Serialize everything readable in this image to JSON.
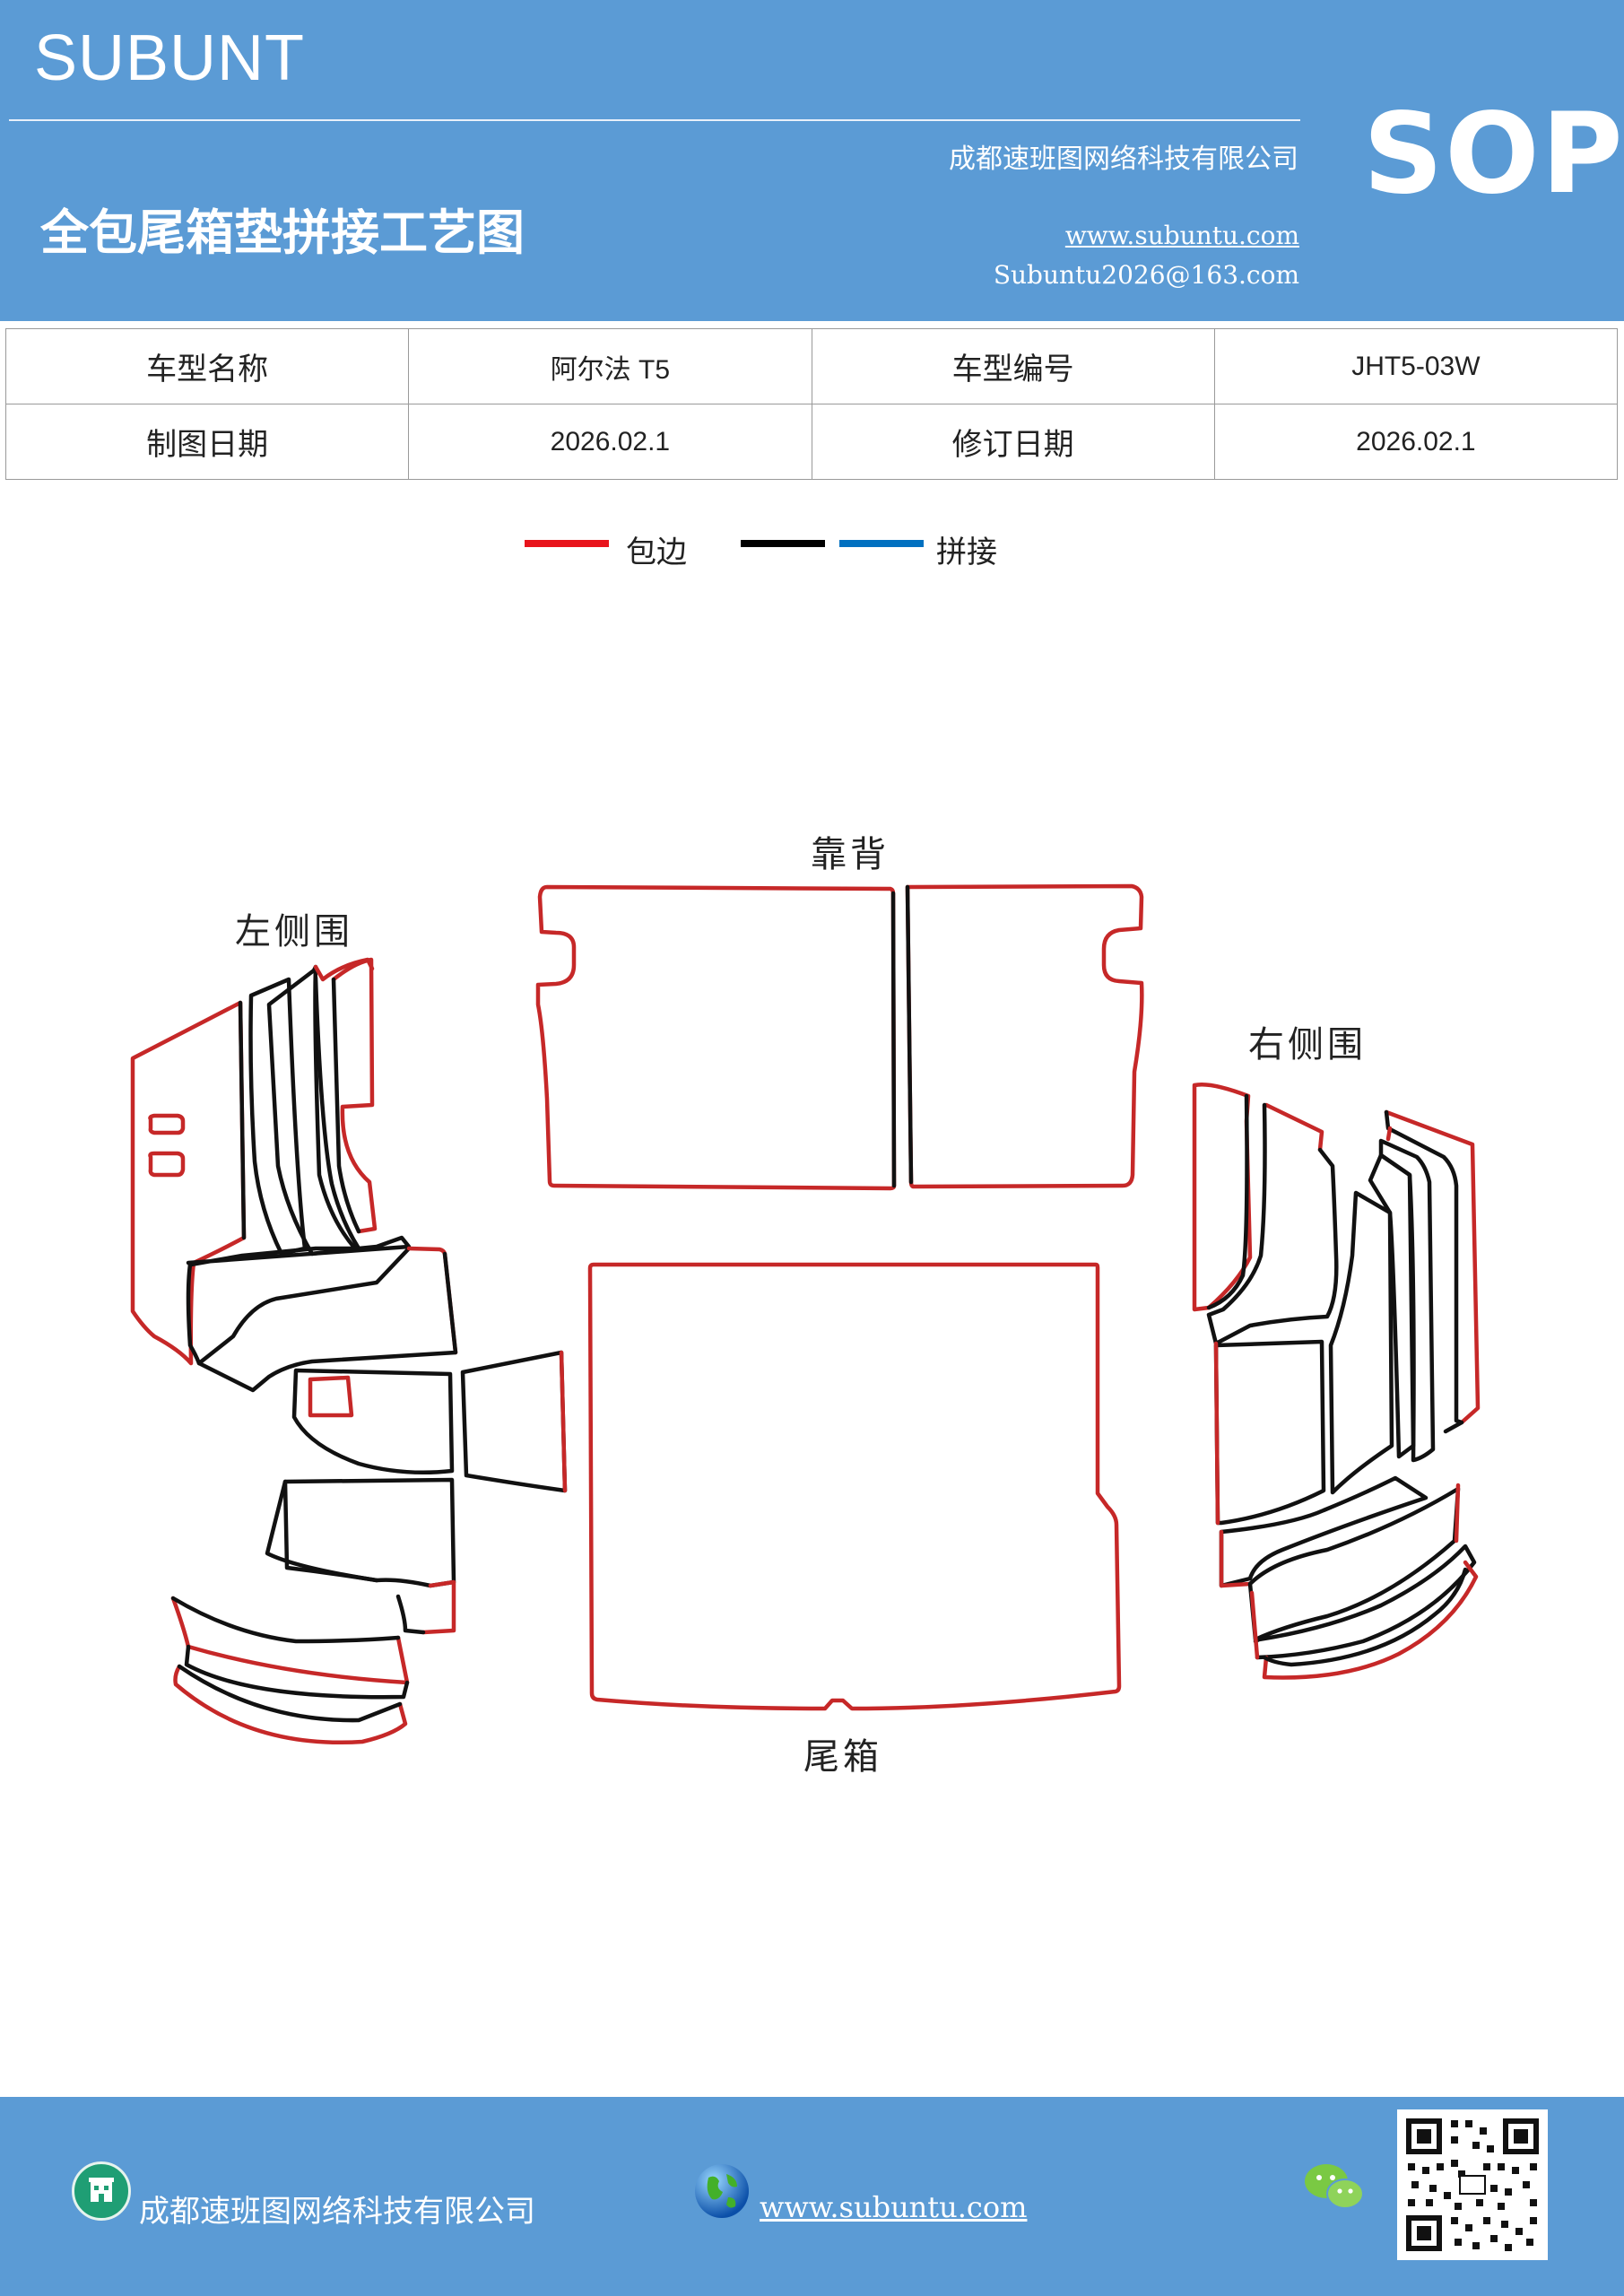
{
  "header": {
    "brand": "SUBUNT",
    "company": "成都速班图网络科技有限公司",
    "title": "全包尾箱垫拼接工艺图",
    "url": "www.subuntu.com",
    "email": "Subuntu2026@163.com",
    "badge": "SOP"
  },
  "info": {
    "rows": [
      [
        "车型名称",
        "阿尔法 T5",
        "车型编号",
        "JHT5-03W"
      ],
      [
        "制图日期",
        "2026.02.1",
        "修订日期",
        "2026.02.1"
      ]
    ]
  },
  "legend": {
    "items": [
      {
        "label": "包边",
        "color": "#e8141c"
      },
      {
        "label": "",
        "color": "#000000"
      },
      {
        "label": "拼接",
        "color": "#0070c0"
      }
    ]
  },
  "diagram": {
    "labels": {
      "backrest": "靠背",
      "left_side": "左侧围",
      "right_side": "右侧围",
      "trunk": "尾箱"
    },
    "colors": {
      "edge": "#c62828",
      "seam": "#111111"
    }
  },
  "footer": {
    "company": "成都速班图网络科技有限公司",
    "url": "www.subuntu.com",
    "icons": [
      "building-icon",
      "globe-icon",
      "wechat-icon",
      "qr-code"
    ]
  }
}
